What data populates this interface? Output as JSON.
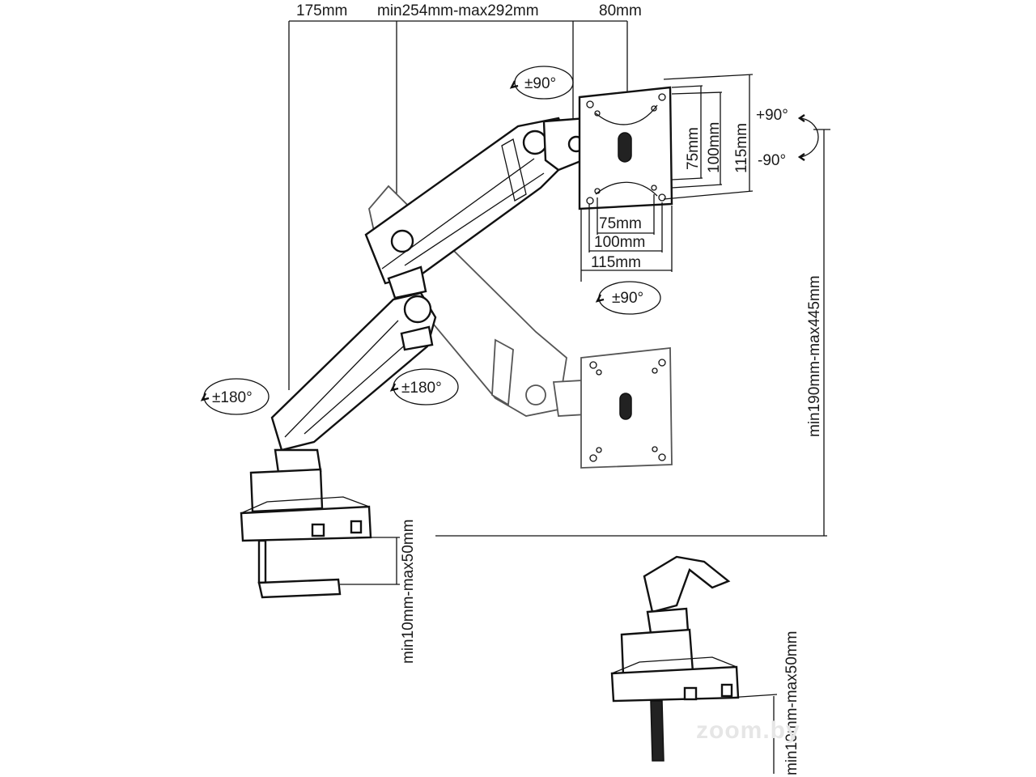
{
  "dimensions": {
    "arm_base_offset": "175mm",
    "arm_reach": "min254mm-max292mm",
    "plate_offset": "80mm",
    "height_range": "min190mm-max445mm",
    "desk_thickness_main": "min10mm-max50mm",
    "desk_thickness_grommet": "min10mm-max50mm",
    "vesa_h_75": "75mm",
    "vesa_h_100": "100mm",
    "vesa_h_115": "115mm",
    "vesa_v_75": "75mm",
    "vesa_v_100": "100mm",
    "vesa_v_115": "115mm"
  },
  "rotations": {
    "tilt_top": "±90°",
    "rotate_plus": "+90°",
    "rotate_minus": "-90°",
    "swivel_plate": "±90°",
    "base_swivel": "±180°",
    "elbow_swivel": "±180°"
  },
  "watermark": "zoom.by"
}
